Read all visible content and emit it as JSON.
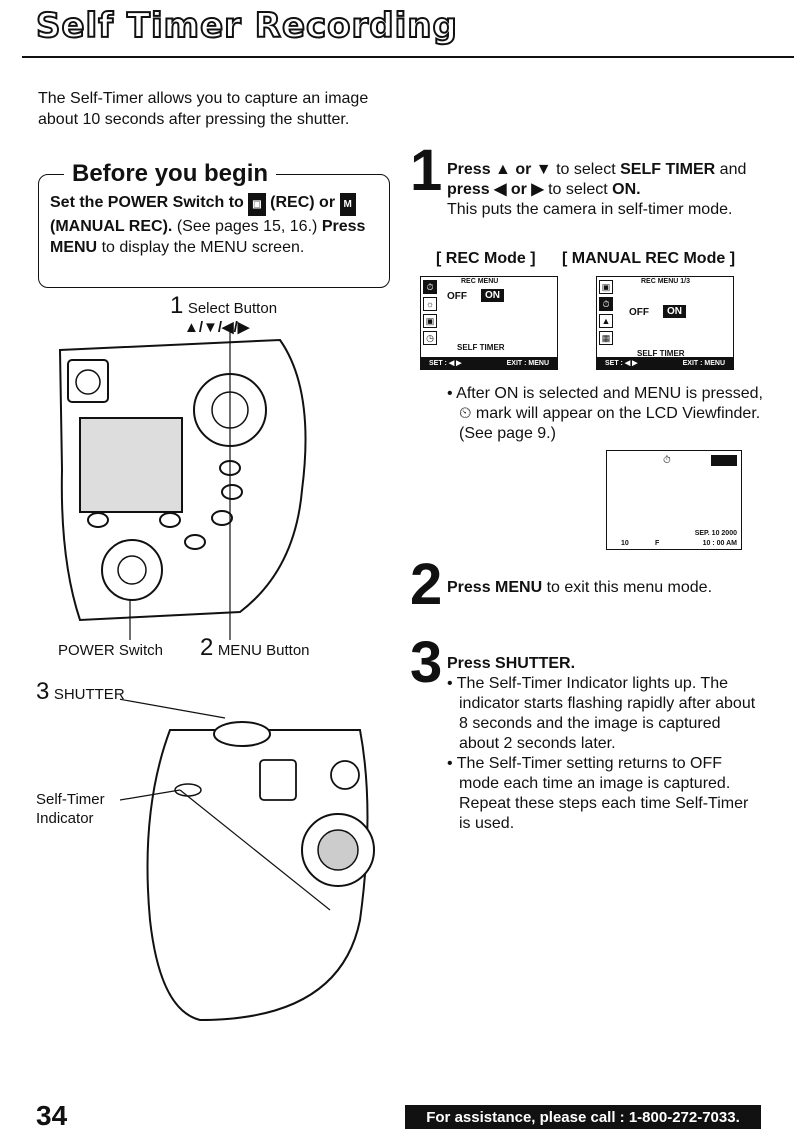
{
  "title": "Self Timer Recording",
  "intro": "The Self-Timer allows you to capture an image about 10 seconds after pressing the shutter.",
  "before": {
    "heading": "Before you begin",
    "text_a": "Set the POWER Switch to",
    "text_b": "(REC) or",
    "text_c": "(MANUAL REC).",
    "text_d": "(See pages 15, 16.)",
    "text_e": "Press MENU",
    "text_f": "to display the MENU screen."
  },
  "diagram": {
    "select_num": "1",
    "select_label": "Select Button",
    "select_arrows": "▲/▼/◀/▶",
    "power_label": "POWER Switch",
    "menu_num": "2",
    "menu_label": "MENU Button",
    "shutter_num": "3",
    "shutter_label": "SHUTTER",
    "indicator_label_1": "Self-Timer",
    "indicator_label_2": "Indicator"
  },
  "steps": [
    {
      "num": "1",
      "bold_a": "Press ▲ or ▼",
      "plain_a": "to select",
      "bold_b": "SELF TIMER",
      "plain_b": "and",
      "bold_c": "press ◀ or ▶",
      "plain_c": "to select",
      "bold_d": "ON.",
      "detail": "This puts the camera in self-timer mode."
    },
    {
      "num": "2",
      "bold_a": "Press MENU",
      "plain_a": "to exit this menu mode."
    },
    {
      "num": "3",
      "bold_a": "Press SHUTTER.",
      "bullets": [
        "The Self-Timer Indicator lights up. The indicator starts flashing rapidly after about 8 seconds and the image is captured about 2 seconds later.",
        "The Self-Timer setting returns to OFF mode each time an image is captured. Repeat these steps each time Self-Timer is used."
      ]
    }
  ],
  "modes": {
    "rec_label": "[ REC Mode ]",
    "manual_label": "[ MANUAL REC Mode ]",
    "rec_screen": {
      "header": "REC MENU",
      "off": "OFF",
      "on": "ON",
      "item": "SELF TIMER",
      "set": "SET : ◀ ▶",
      "exit": "EXIT : MENU"
    },
    "manual_screen": {
      "header": "REC MENU 1/3",
      "off": "OFF",
      "on": "ON",
      "item": "SELF TIMER",
      "set": "SET : ◀ ▶",
      "exit": "EXIT : MENU"
    }
  },
  "after_note": "After ON is selected and MENU is pressed, ⏲ mark will appear on the LCD Viewfinder. (See page 9.)",
  "viewfinder": {
    "left_a": "10",
    "left_b": "F",
    "date": "SEP. 10 2000",
    "time": "10 : 00 AM"
  },
  "page_number": "34",
  "assistance": "For assistance, please call : 1-800-272-7033."
}
